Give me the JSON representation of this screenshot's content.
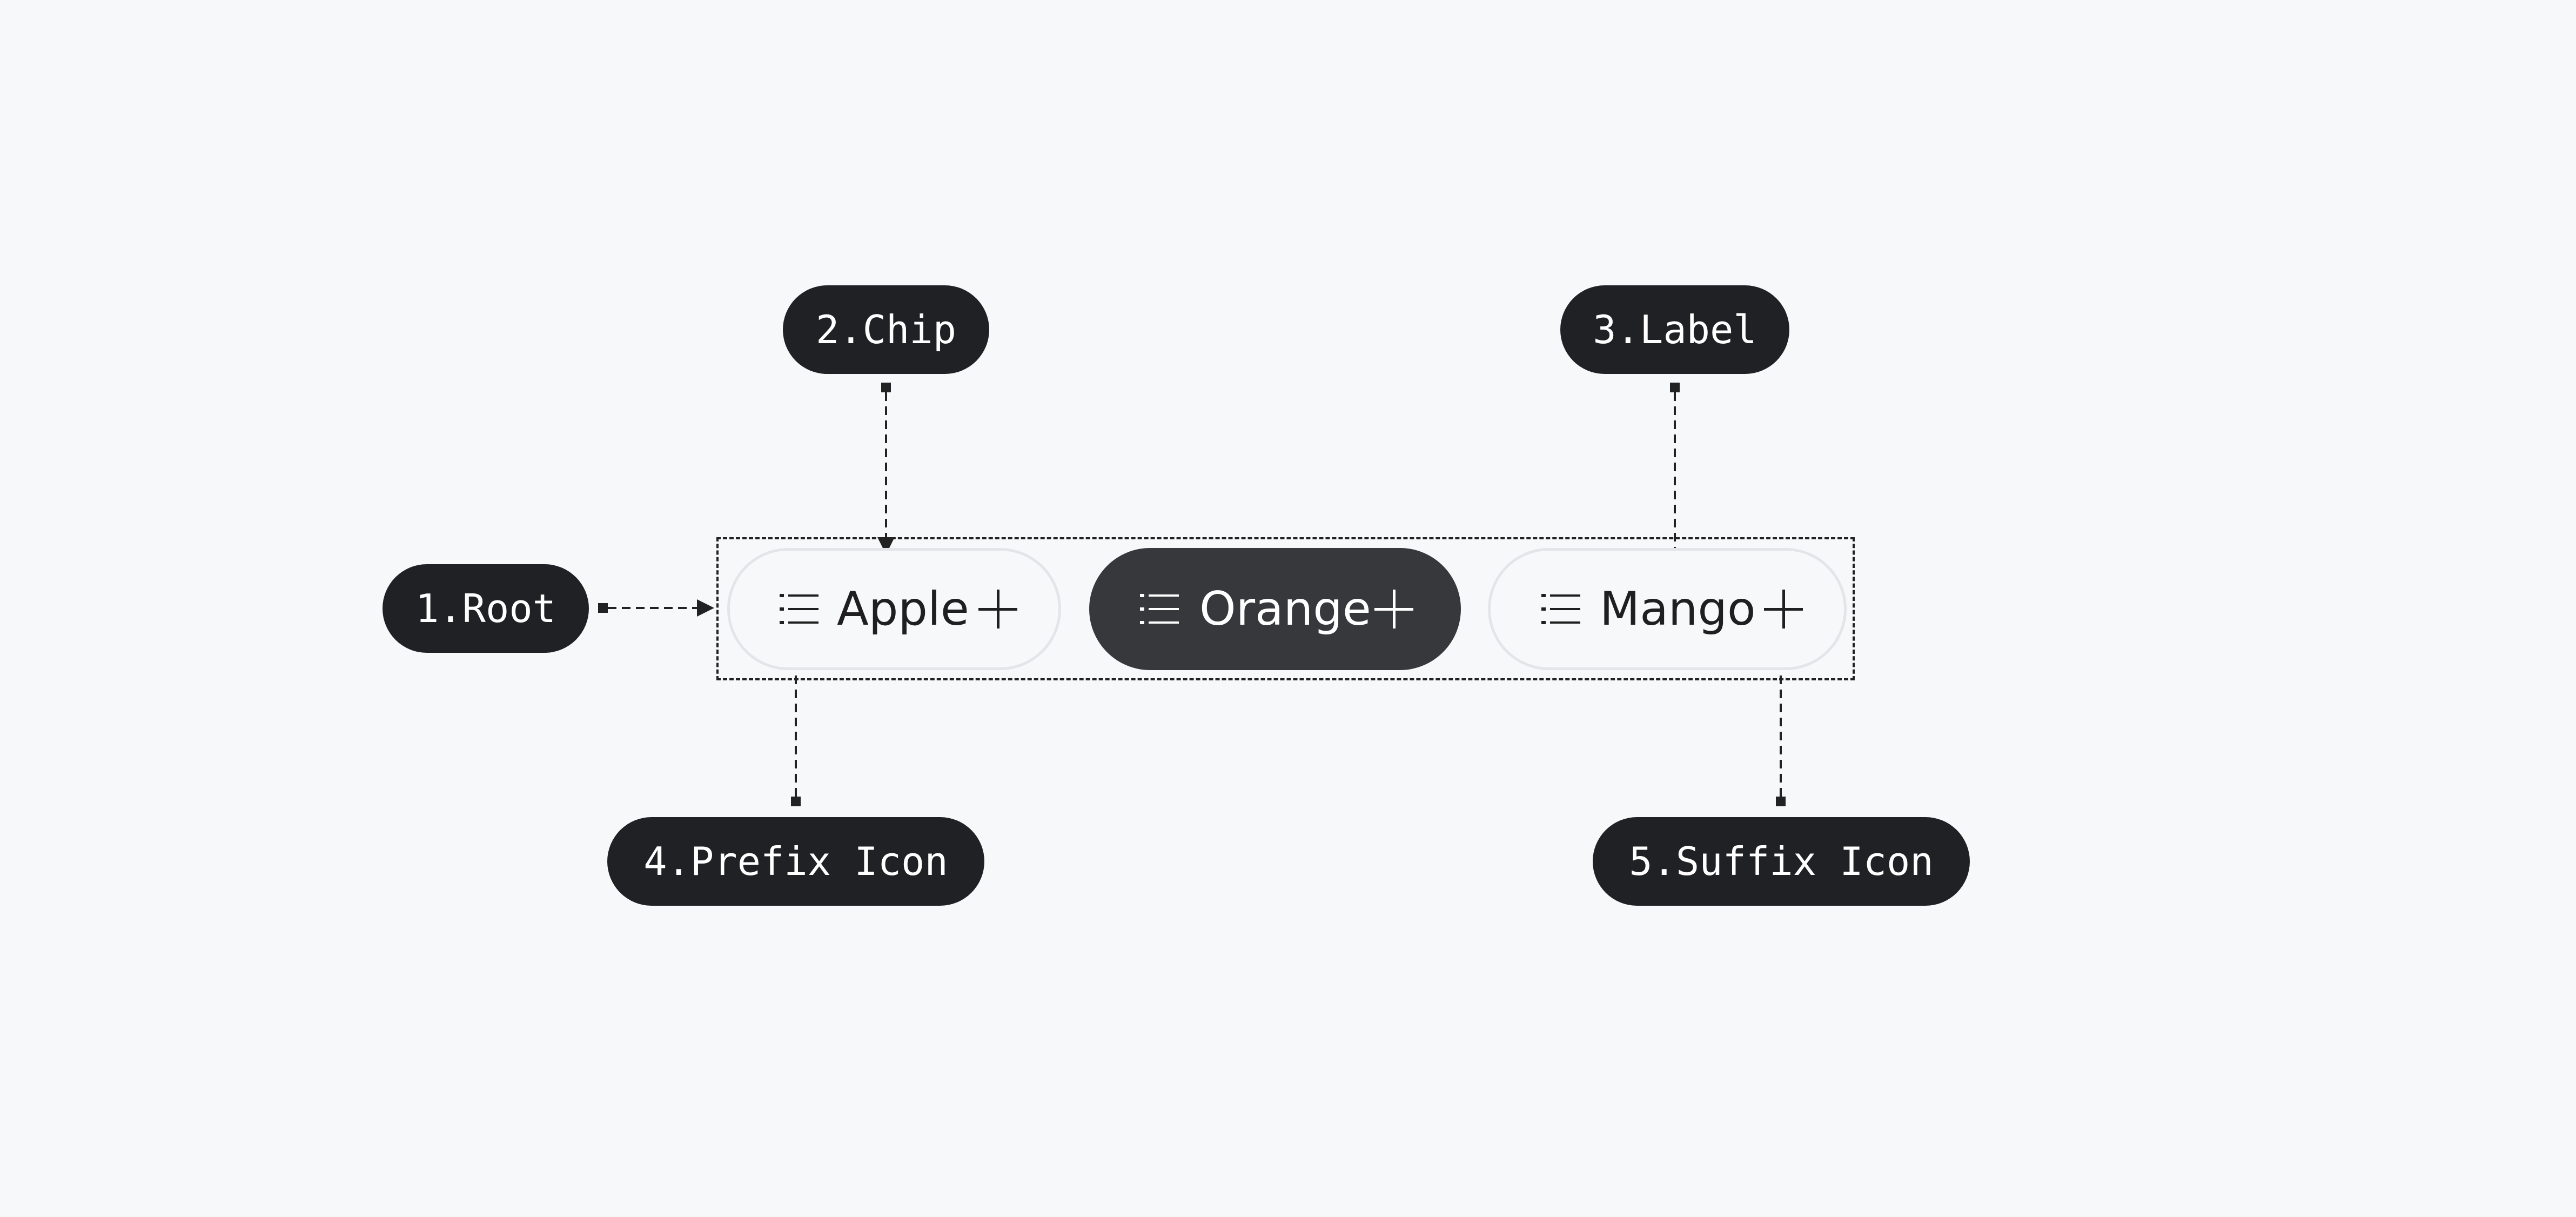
{
  "callouts": {
    "root": "1.Root",
    "chip": "2.Chip",
    "label": "3.Label",
    "prefix_icon": "4.Prefix Icon",
    "suffix_icon": "5.Suffix Icon"
  },
  "chips": [
    {
      "label": "Apple",
      "selected": false,
      "prefix_icon": "list-icon",
      "suffix_icon": "plus-icon"
    },
    {
      "label": "Orange",
      "selected": true,
      "prefix_icon": "list-icon",
      "suffix_icon": "plus-icon"
    },
    {
      "label": "Mango",
      "selected": false,
      "prefix_icon": "list-icon",
      "suffix_icon": "plus-icon"
    }
  ],
  "colors": {
    "background": "#f7f8fa",
    "callout_bg": "#202124",
    "chip_selected_bg": "#37383c",
    "chip_outline": "#e4e5e8",
    "connector": "#222222"
  }
}
